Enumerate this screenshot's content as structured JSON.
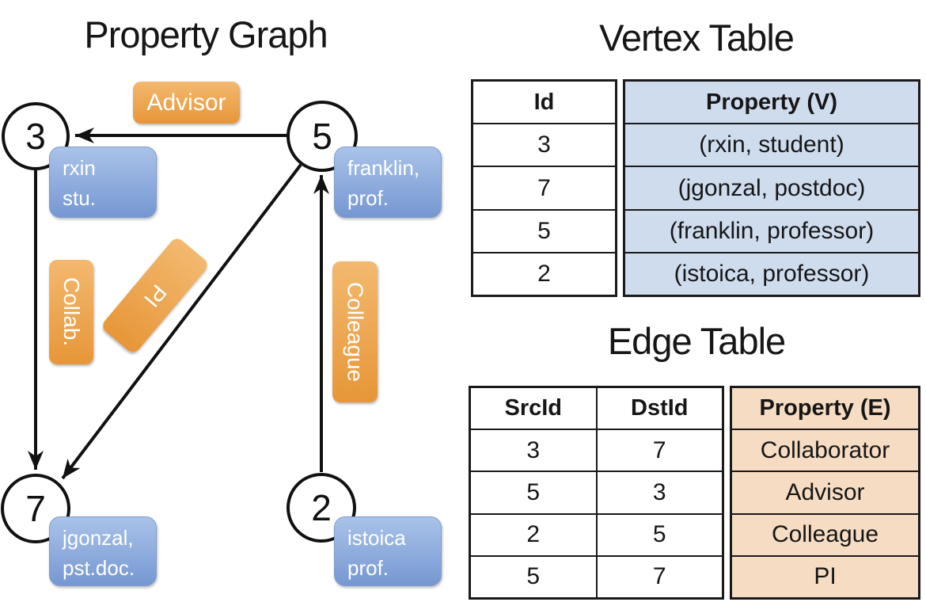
{
  "graph": {
    "title": "Property Graph",
    "vertices": {
      "v3": {
        "id": "3",
        "line1": "rxin",
        "line2": "stu."
      },
      "v5": {
        "id": "5",
        "line1": "franklin,",
        "line2": "prof."
      },
      "v7": {
        "id": "7",
        "line1": "jgonzal,",
        "line2": "pst.doc."
      },
      "v2": {
        "id": "2",
        "line1": "istoica",
        "line2": "prof."
      }
    },
    "edge_labels": {
      "advisor": "Advisor",
      "collab": "Collab.",
      "pi": "PI",
      "colleague": "Colleague"
    }
  },
  "vertex_table": {
    "title": "Vertex Table",
    "columns": {
      "id": "Id",
      "property": "Property (V)"
    },
    "rows": [
      {
        "id": "3",
        "property": "(rxin, student)"
      },
      {
        "id": "7",
        "property": "(jgonzal, postdoc)"
      },
      {
        "id": "5",
        "property": "(franklin, professor)"
      },
      {
        "id": "2",
        "property": "(istoica, professor)"
      }
    ]
  },
  "edge_table": {
    "title": "Edge Table",
    "columns": {
      "src": "SrcId",
      "dst": "DstId",
      "property": "Property (E)"
    },
    "rows": [
      {
        "src": "3",
        "dst": "7",
        "property": "Collaborator"
      },
      {
        "src": "5",
        "dst": "3",
        "property": "Advisor"
      },
      {
        "src": "2",
        "dst": "5",
        "property": "Colleague"
      },
      {
        "src": "5",
        "dst": "7",
        "property": "PI"
      }
    ]
  },
  "colors": {
    "vertex_property_fill": "#cfdcee",
    "edge_property_fill": "#f6dcc2",
    "vertex_label_top": "#a9c3e9",
    "vertex_label_bottom": "#7697d2",
    "edge_label_top": "#f3b96f",
    "edge_label_bottom": "#e79638",
    "line": "#111111"
  }
}
